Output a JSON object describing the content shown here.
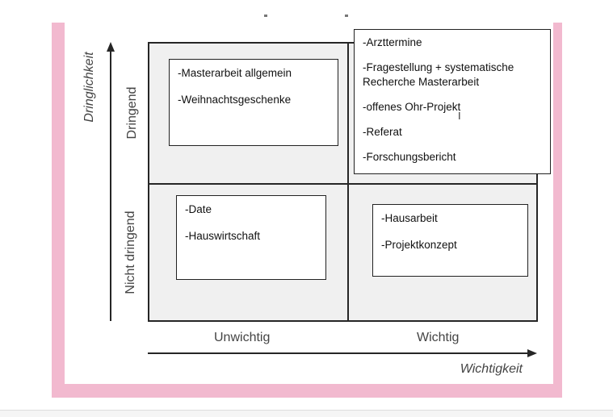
{
  "diagram": {
    "y_axis_title": "Dringlichkeit",
    "x_axis_title": "Wichtigkeit",
    "rows": [
      "Dringend",
      "Nicht dringend"
    ],
    "columns": [
      "Unwichtig",
      "Wichtig"
    ],
    "quadrants": {
      "urgent_unimportant": [
        "-Masterarbeit allgemein",
        "-Weihnachtsgeschenke"
      ],
      "urgent_important": [
        "-Arzttermine",
        "-Fragestellung + systematische Recherche Masterarbeit",
        "-offenes Ohr-Projekt",
        "-Referat",
        "-Forschungsbericht"
      ],
      "not_urgent_unimportant": [
        "-Date",
        "-Hauswirtschaft"
      ],
      "not_urgent_important": [
        "-Hausarbeit",
        "-Projektkonzept"
      ]
    }
  },
  "colors": {
    "frame": "#f2b9cf",
    "quadrant_fill": "#f0f0f0",
    "grid_line": "#262626",
    "label_text": "#444444"
  },
  "icons": {
    "cursor": "text-cursor-icon"
  }
}
